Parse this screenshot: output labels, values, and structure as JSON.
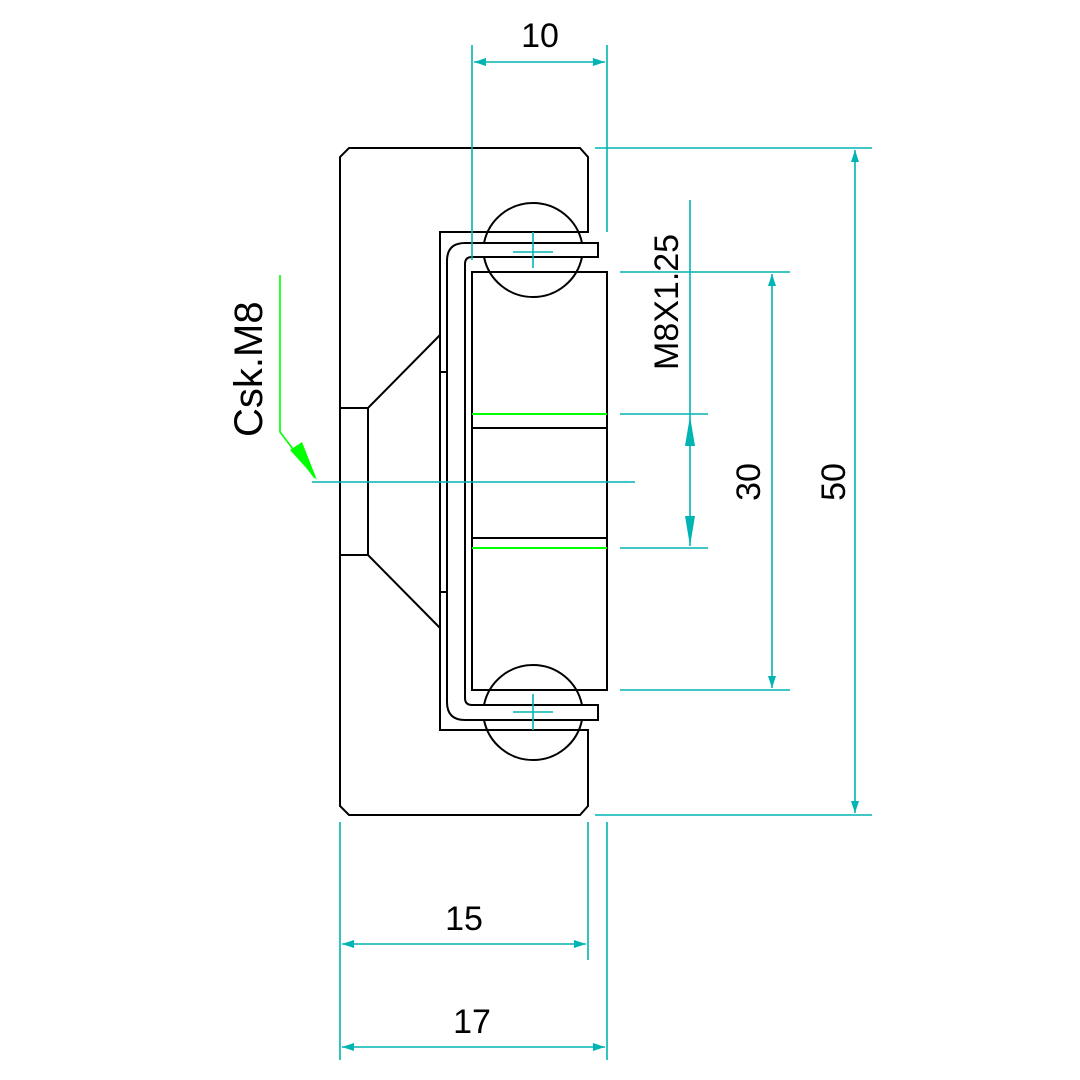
{
  "dimensions": {
    "top_width": "10",
    "total_height": "50",
    "inner_height": "30",
    "thread": "M8X1.25",
    "countersink": "Csk.M8",
    "width_15": "15",
    "width_17": "17"
  },
  "colors": {
    "outline": "#000000",
    "hatch": "#ff0000",
    "dimension": "#00b4b4",
    "leader": "#00ff00"
  }
}
